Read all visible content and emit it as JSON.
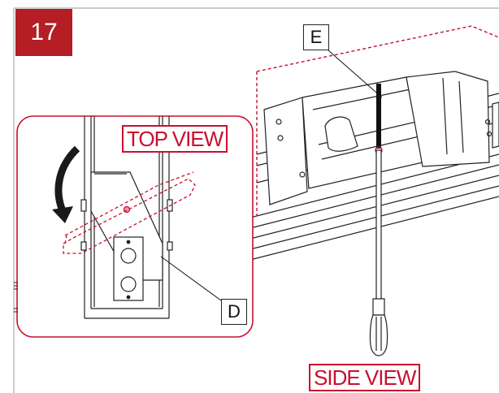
{
  "step": {
    "number": "17"
  },
  "labels": {
    "top_view": "TOP VIEW",
    "side_view": "SIDE VIEW",
    "part_d": "D",
    "part_e": "E"
  },
  "colors": {
    "accent_red": "#c8102e",
    "badge_red": "#b41e24",
    "line": "#222222",
    "frame_grey": "#cccccc"
  },
  "icons": [
    "rotate-arrow-icon",
    "screwdriver-icon",
    "hex-key-icon"
  ]
}
